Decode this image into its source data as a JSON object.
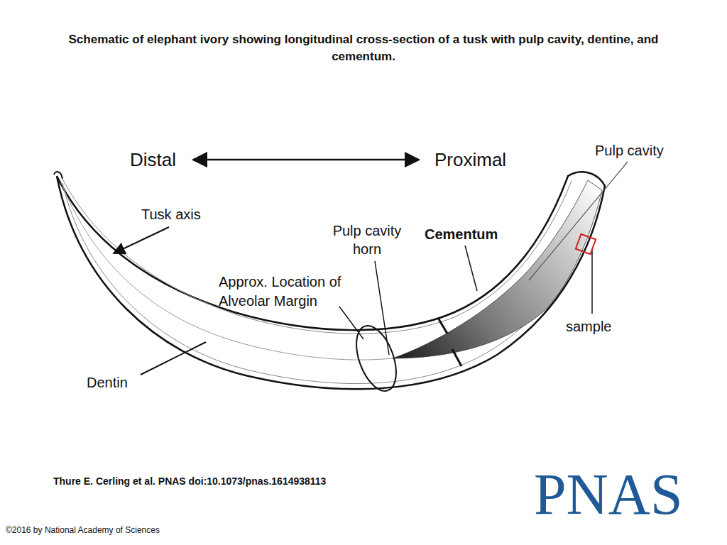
{
  "diagram": {
    "title": "Schematic of elephant ivory showing longitudinal cross-section of a tusk with pulp cavity, dentine, and cementum.",
    "caption": "Thure E. Cerling et al. PNAS doi:10.1073/pnas.1614938113",
    "labels": [
      "Distal",
      "Proximal",
      "Pulp cavity",
      "Tusk axis",
      "Pulp cavity horn",
      "Cementum",
      "Approx. Location of Alveolar Margin",
      "sample",
      "Dentin",
      "PNAS",
      "©2016 by National Academy of Sciences"
    ]
  }
}
